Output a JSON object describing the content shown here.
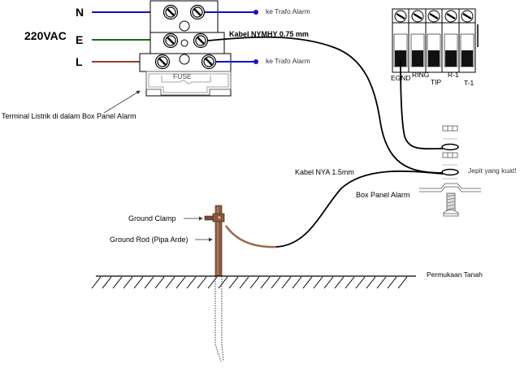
{
  "title": "Wiring diagram: alarm panel grounding",
  "power": {
    "voltage_label": "220VAC",
    "lines": [
      {
        "id": "N",
        "label": "N",
        "color": "#1010d0"
      },
      {
        "id": "E",
        "label": "E",
        "color": "#1a6b1a"
      },
      {
        "id": "L",
        "label": "L",
        "color": "#9a3a2a"
      }
    ]
  },
  "terminal_block": {
    "fuse_label": "FUSE",
    "caption": "Terminal Listrik di dalam Box Panel Alarm"
  },
  "outputs": {
    "trafo_top": "ke Trafo Alarm",
    "trafo_bottom": "ke Trafo Alarm",
    "output_color": "#1010d0"
  },
  "cables": {
    "nymhy": "Kabel NYMHY 0.75 mm",
    "nya": "Kabel NYA 1.5mm"
  },
  "connector": {
    "terminals": [
      "EGND",
      "RING",
      "TIP",
      "R-1",
      "T-1"
    ]
  },
  "clamp": {
    "note": "Jepit yang kuat!",
    "box_label": "Box  Panel Alarm"
  },
  "ground": {
    "clamp_label": "Ground Clamp",
    "rod_label": "Ground Rod (Pipa Arde)",
    "surface_label": "Permukaan Tanah",
    "rod_color": "#8b5a3c"
  }
}
